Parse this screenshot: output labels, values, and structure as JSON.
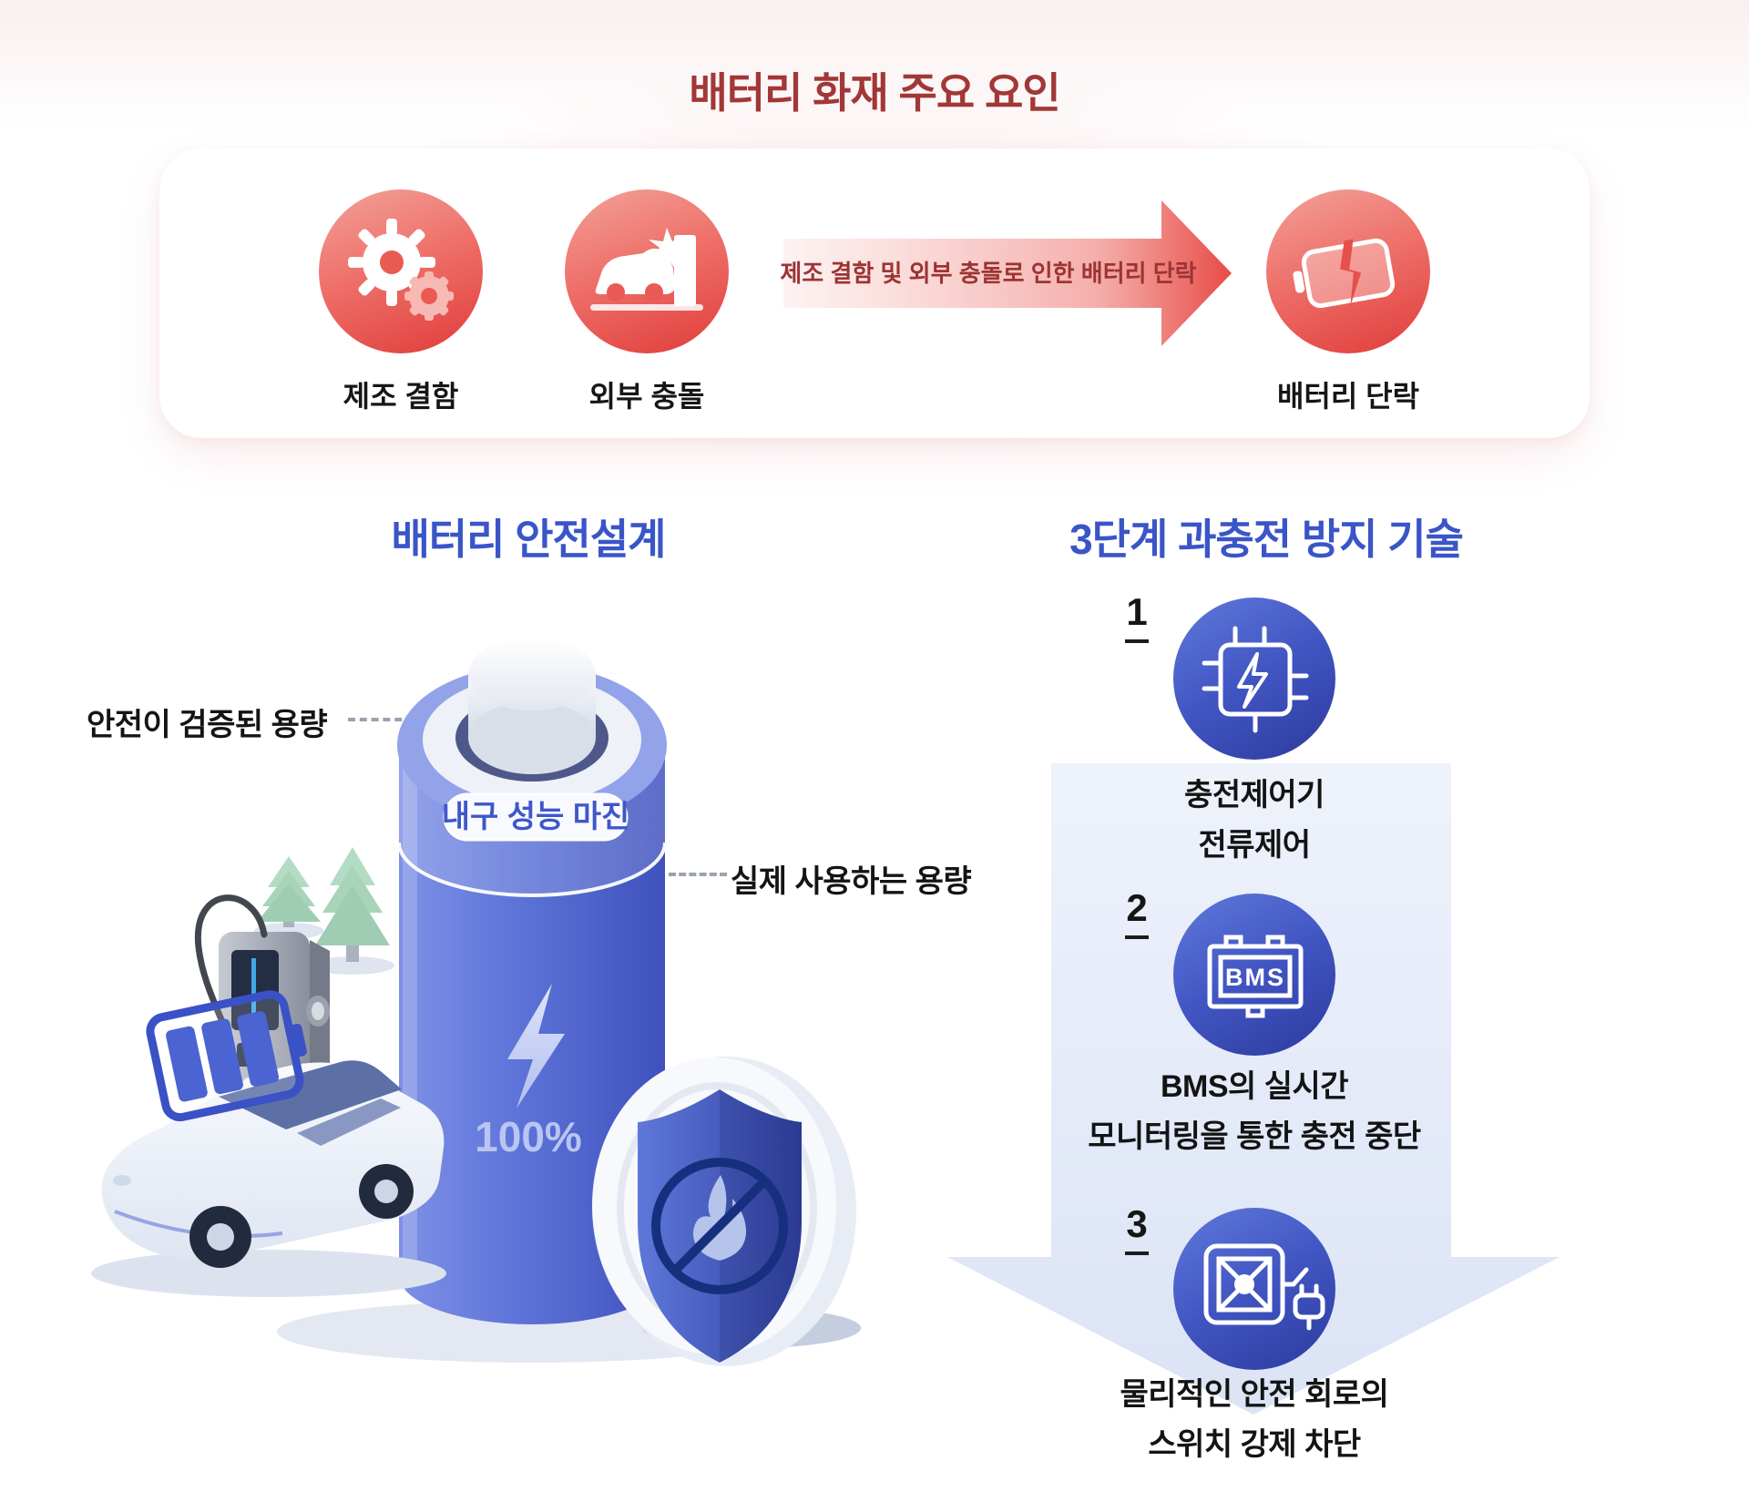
{
  "accent": {
    "red_dark": "#a23737",
    "red": "#e6433f",
    "blue": "#3a55c8",
    "light_arrow": "#e4eaf8",
    "text_black": "#141414"
  },
  "top": {
    "title": "배터리 화재 주요 요인",
    "causes": [
      {
        "icon": "gears-icon",
        "label": "제조 결함"
      },
      {
        "icon": "car-crash-icon",
        "label": "외부 충돌"
      }
    ],
    "arrow_text": "제조 결함 및 외부 충돌로 인한 배터리 단락",
    "result": {
      "icon": "battery-short-circuit-icon",
      "label": "배터리 단락"
    }
  },
  "left": {
    "title": "배터리 안전설계",
    "verified_capacity_label": "안전이 검증된 용량",
    "margin_pill": "내구 성능 마진",
    "actual_capacity_label": "실제 사용하는 용량",
    "charge_percent": "100%"
  },
  "right": {
    "title": "3단계 과충전 방지 기술",
    "steps": [
      {
        "num": "1",
        "icon": "charge-controller-chip-icon",
        "line1": "충전제어기",
        "line2": "전류제어"
      },
      {
        "num": "2",
        "icon": "bms-icon",
        "icon_text": "BMS",
        "line1": "BMS의 실시간",
        "line2": "모니터링을 통한 충전 중단"
      },
      {
        "num": "3",
        "icon": "safety-circuit-breaker-icon",
        "line1": "물리적인 안전 회로의",
        "line2": "스위치 강제 차단"
      }
    ]
  }
}
